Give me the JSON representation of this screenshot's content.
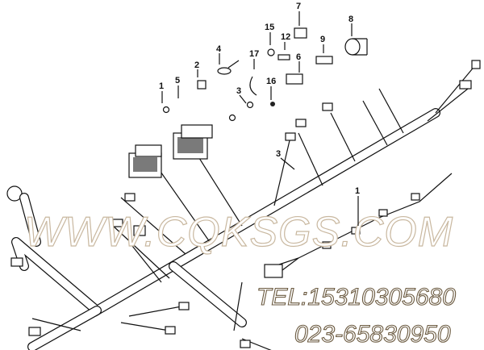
{
  "diagram": {
    "callouts": [
      "1",
      "2",
      "3",
      "4",
      "5",
      "6",
      "7",
      "8",
      "9",
      "12",
      "15",
      "16",
      "17",
      "3",
      "1"
    ],
    "watermark": "WWW.CQKSGS.COM",
    "contact": {
      "tel": "TEL:15310305680",
      "phone": "023-65830950"
    }
  }
}
